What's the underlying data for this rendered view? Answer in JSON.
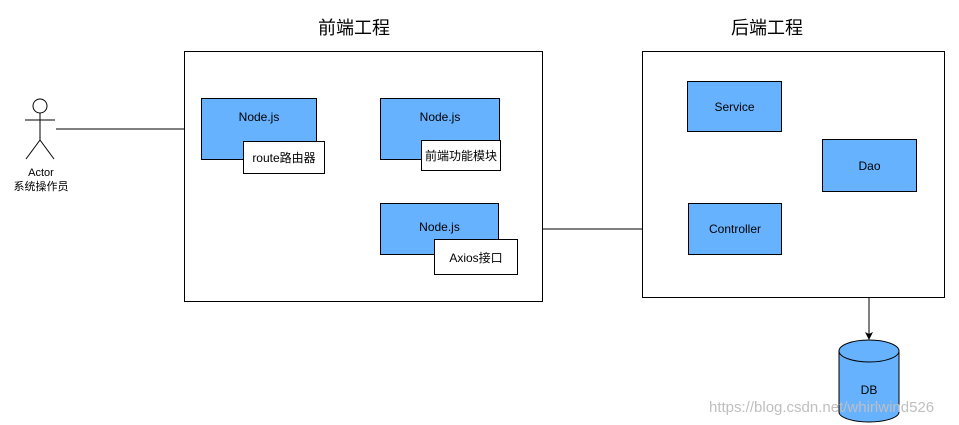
{
  "titles": {
    "frontend": "前端工程",
    "backend": "后端工程"
  },
  "actor": {
    "line1": "Actor",
    "line2": "系统操作员"
  },
  "frontend_nodes": {
    "node1": "Node.js",
    "node1_label": "route路由器",
    "node2": "Node.js",
    "node2_label": "前端功能模块",
    "node3": "Node.js",
    "node3_label": "Axios接口"
  },
  "backend_nodes": {
    "service": "Service",
    "dao": "Dao",
    "controller": "Controller"
  },
  "db": {
    "label": "DB"
  },
  "watermark": "https://blog.csdn.net/whirlwind526",
  "colors": {
    "node_fill": "#66b2ff",
    "line": "#000000"
  }
}
